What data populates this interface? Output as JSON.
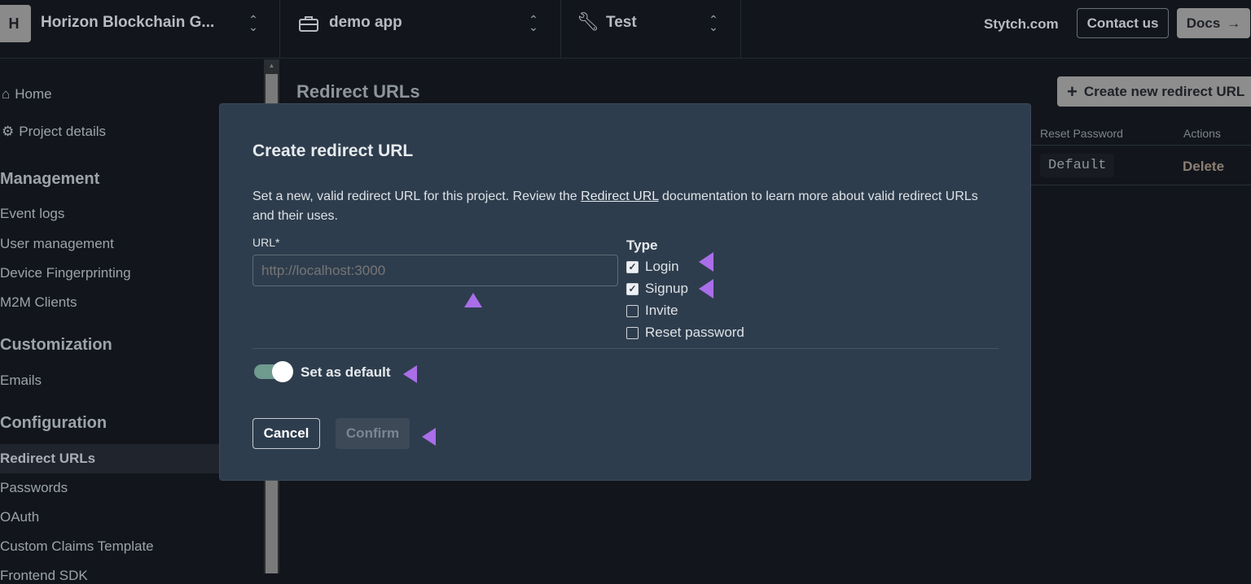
{
  "header": {
    "org_initial": "H",
    "org_name": "Horizon Blockchain G...",
    "project_name": "demo app",
    "environment": "Test",
    "links": {
      "site": "Stytch.com",
      "contact": "Contact us",
      "docs": "Docs"
    }
  },
  "sidebar": {
    "top": [
      {
        "label": "Home",
        "icon": "home-icon"
      },
      {
        "label": "Project details",
        "icon": "gear-icon"
      }
    ],
    "sections": [
      {
        "title": "Management",
        "items": [
          "Event logs",
          "User management",
          "Device Fingerprinting",
          "M2M Clients"
        ]
      },
      {
        "title": "Customization",
        "items": [
          "Emails"
        ]
      },
      {
        "title": "Configuration",
        "items": [
          "Redirect URLs",
          "Passwords",
          "OAuth",
          "Custom Claims Template",
          "Frontend SDK"
        ]
      }
    ],
    "active": "Redirect URLs"
  },
  "page": {
    "title": "Redirect URLs",
    "create_button": "Create new redirect URL",
    "table": {
      "headers": [
        "Reset Password",
        "Actions"
      ],
      "rows": [
        {
          "reset_password": "Default",
          "action": "Delete"
        }
      ]
    }
  },
  "modal": {
    "title": "Create redirect URL",
    "desc_before": "Set a new, valid redirect URL for this project. Review the ",
    "desc_link": "Redirect URL",
    "desc_after": " documentation to learn more about valid redirect URLs and their uses.",
    "url_label": "URL*",
    "url_placeholder": "http://localhost:3000",
    "url_value": "",
    "type_label": "Type",
    "types": [
      {
        "label": "Login",
        "checked": true
      },
      {
        "label": "Signup",
        "checked": true
      },
      {
        "label": "Invite",
        "checked": false
      },
      {
        "label": "Reset password",
        "checked": false
      }
    ],
    "default_toggle": {
      "label": "Set as default",
      "on": true
    },
    "cancel": "Cancel",
    "confirm": "Confirm"
  },
  "colors": {
    "modal_bg": "#2e3d4d",
    "page_bg": "#12161c",
    "arrow_start": "#a96ee8",
    "arrow_end": "#3549b5",
    "toggle_on": "#6f9a8e"
  }
}
